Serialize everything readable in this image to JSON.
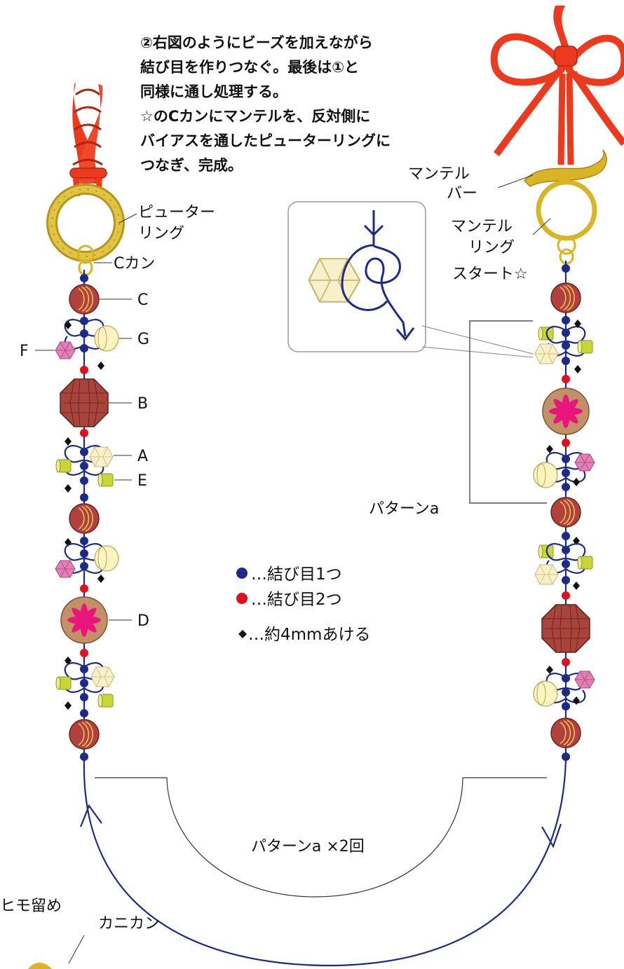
{
  "instructions": [
    "②右図のようにビーズを加えながら",
    "結び目を作りつなぐ。最後は①と",
    "同様に通し処理する。",
    "☆のCカンにマンテルを、反対側に",
    "バイアスを通したピューターリングに",
    "つなぎ、完成。"
  ],
  "labels": {
    "pewter_ring": [
      "ピューター",
      "リング"
    ],
    "c_kan": "Cカン",
    "mantel_bar": [
      "マンテル",
      "バー"
    ],
    "mantel_ring": [
      "マンテル",
      "リング"
    ],
    "start": "スタート☆",
    "bead_c": "C",
    "bead_g": "G",
    "bead_f": "F",
    "bead_b": "B",
    "bead_a": "A",
    "bead_e": "E",
    "bead_d": "D",
    "pattern_a": "パターンa",
    "pattern_repeat": "パターンa ×2回",
    "himo_dome": "ヒモ留め",
    "kanikan": "カニカン"
  },
  "legend": [
    {
      "symbol": "●",
      "color": "#1c2a8a",
      "text": "…結び目1つ"
    },
    {
      "symbol": "●",
      "color": "#e0101e",
      "text": "…結び目2つ"
    },
    {
      "symbol": "◆",
      "color": "#111111",
      "text": "…約4mmあける"
    }
  ],
  "colors": {
    "cord": "#1c2a8a",
    "knot_double": "#e0101e",
    "braid": "#ec3a1e",
    "gold": "#d9b425",
    "round_bead": "#b0413c",
    "flower_bead": "#e8157a",
    "facet_bead": "#a8443c",
    "crystal": "#f7f0c8",
    "pink_bead": "#e27fb6",
    "lime_tube": "#c9d63a"
  }
}
